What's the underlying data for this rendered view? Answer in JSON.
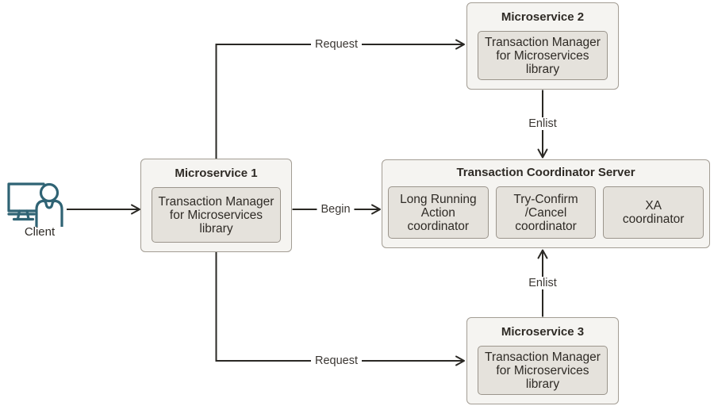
{
  "colors": {
    "background": "#ffffff",
    "node_fill": "#f5f4f1",
    "inner_fill": "#e5e2dc",
    "node_border": "#a39d94",
    "inner_border": "#9b958c",
    "line": "#2a2824",
    "text": "#2f2b26",
    "client_icon": "#2f6374"
  },
  "client": {
    "label": "Client",
    "icon": "monitor-user-icon"
  },
  "nodes": {
    "microservice1": {
      "title": "Microservice 1",
      "body": "Transaction Manager\nfor Microservices\nlibrary"
    },
    "microservice2": {
      "title": "Microservice 2",
      "body": "Transaction Manager\nfor Microservices\nlibrary"
    },
    "microservice3": {
      "title": "Microservice 3",
      "body": "Transaction Manager\nfor Microservices\nlibrary"
    },
    "coordinator": {
      "title": "Transaction Coordinator Server",
      "components": [
        "Long Running\nAction\ncoordinator",
        "Try-Confirm\n/Cancel\ncoordinator",
        "XA\ncoordinator"
      ]
    }
  },
  "edges": {
    "request_top": "Request",
    "begin": "Begin",
    "request_bottom": "Request",
    "enlist_top": "Enlist",
    "enlist_bottom": "Enlist"
  }
}
